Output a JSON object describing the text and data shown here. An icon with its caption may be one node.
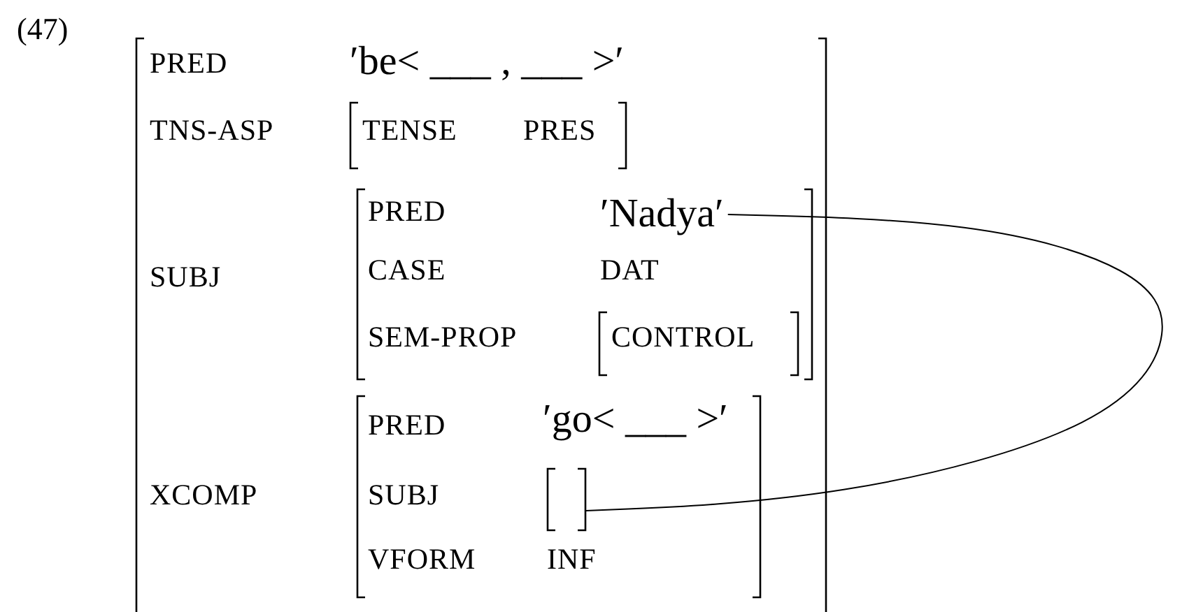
{
  "diagram": {
    "nodes": [
      {
        "text": [
          "PRED",
          "′be< ___ , ___ >′",
          "TNS-ASP",
          "SUBJ",
          "XCOMP"
        ]
      },
      {
        "text": [
          "TENSE",
          "PRES"
        ],
        "in": 0
      },
      {
        "text": [
          "PRED",
          "CASE",
          "DAT",
          "SEM-PROP"
        ],
        "in": 0
      },
      {
        "text": [
          "′Nadya′"
        ],
        "in": 2
      },
      {
        "text": [
          "CONTROL"
        ],
        "in": 2
      },
      {
        "text": [
          "PRED",
          "′go< ___ >′",
          "SUBJ",
          "VFORM",
          "INF"
        ],
        "in": 0
      },
      {
        "text": [],
        "shape": "box",
        "in": 5
      }
    ],
    "edges": [
      {
        "from": 3,
        "to": 6,
        "arrow": "none"
      }
    ],
    "labels": [
      "(47)"
    ]
  }
}
